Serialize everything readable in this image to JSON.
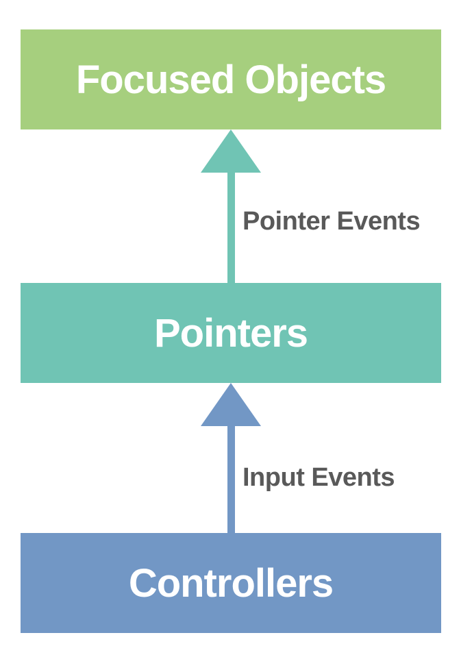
{
  "diagram": {
    "background": "#ffffff",
    "node_text_color": "#ffffff",
    "arrow_label_color": "#595959",
    "nodes": [
      {
        "id": "focused-objects",
        "label": "Focused Objects",
        "color": "#a6cf7e"
      },
      {
        "id": "pointers",
        "label": "Pointers",
        "color": "#70c4b4"
      },
      {
        "id": "controllers",
        "label": "Controllers",
        "color": "#7297c5"
      }
    ],
    "arrows": [
      {
        "from": "pointers",
        "to": "focused-objects",
        "label": "Pointer Events",
        "color": "#70c4b4"
      },
      {
        "from": "controllers",
        "to": "pointers",
        "label": "Input Events",
        "color": "#7297c5"
      }
    ]
  }
}
